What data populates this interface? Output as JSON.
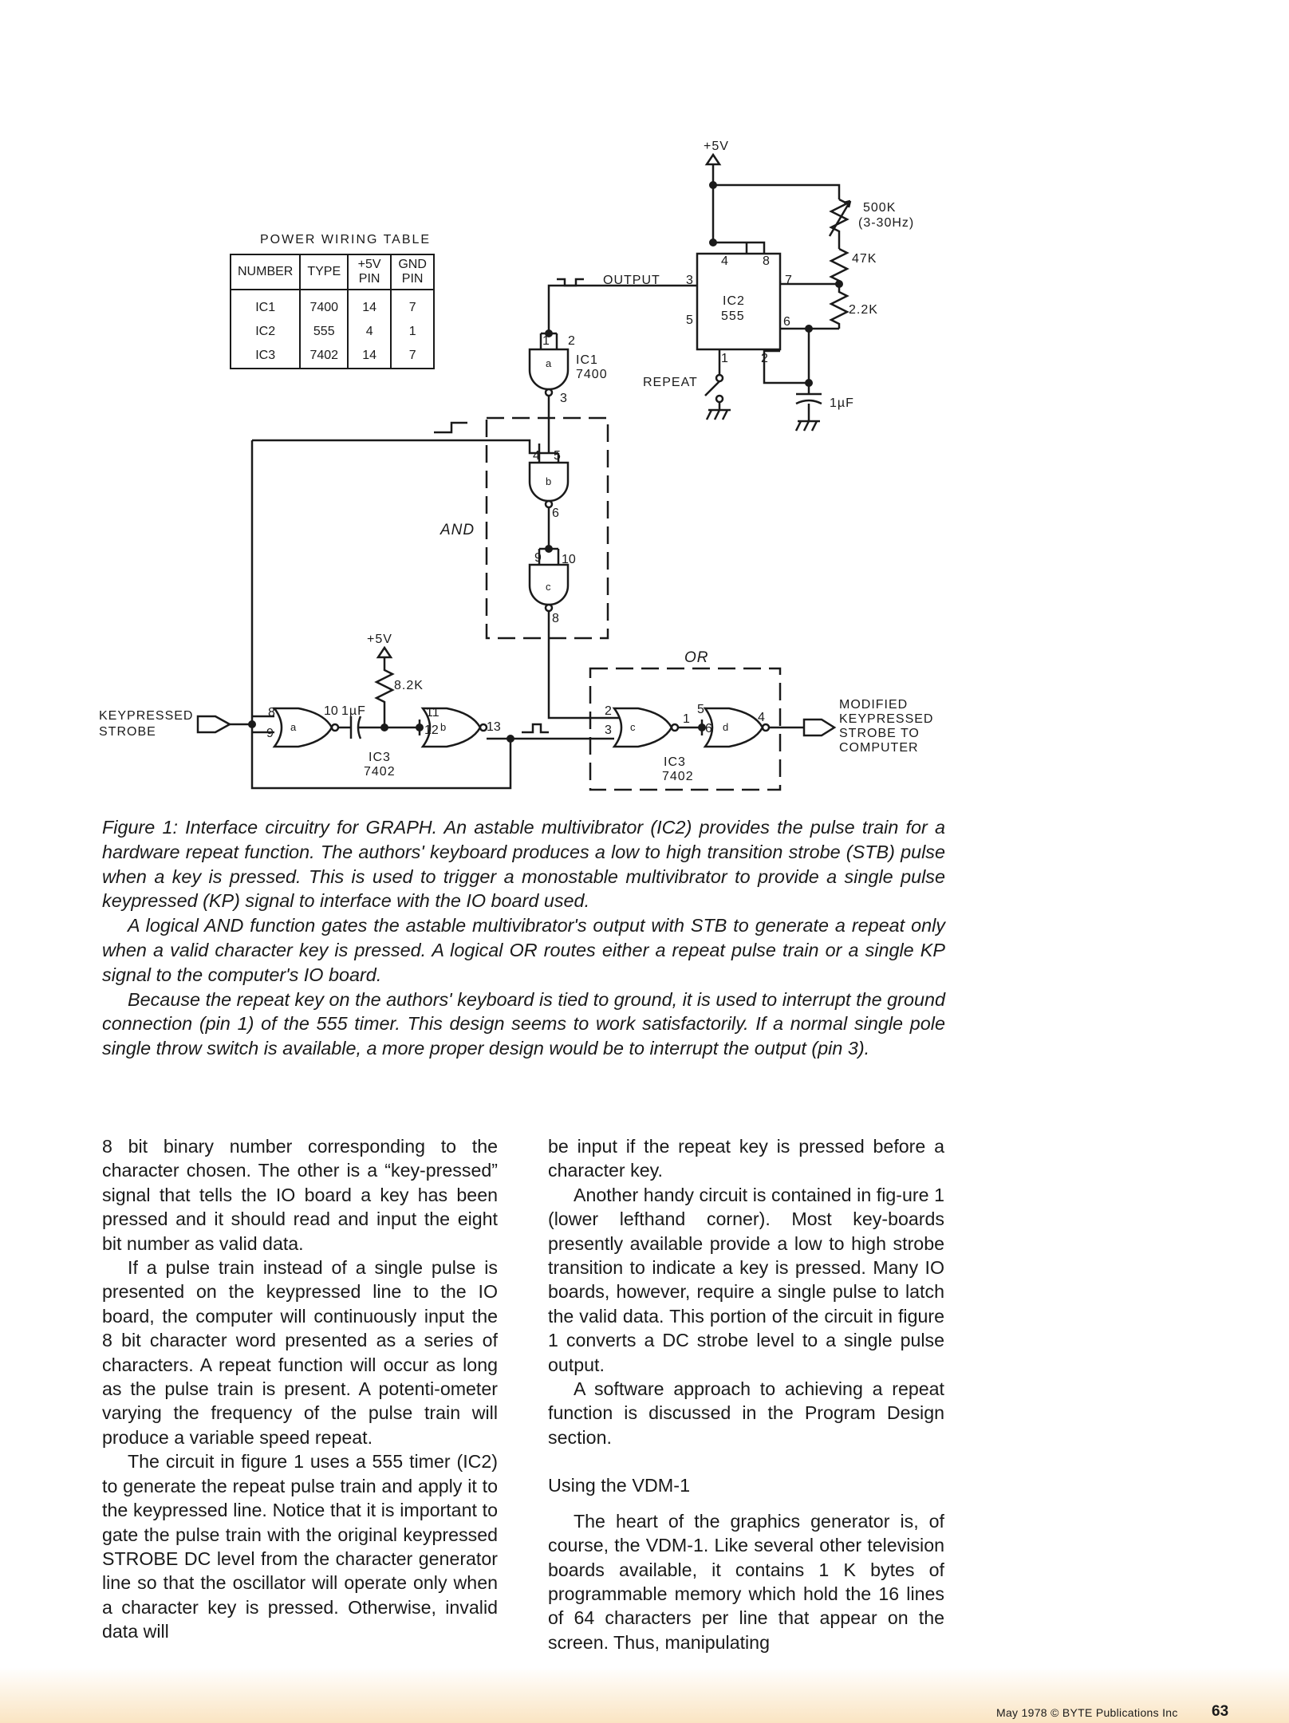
{
  "power_table": {
    "title": "POWER WIRING TABLE",
    "headers": [
      "NUMBER",
      "TYPE",
      "+5V PIN",
      "GND PIN"
    ],
    "rows": [
      [
        "IC1",
        "7400",
        "14",
        "7"
      ],
      [
        "IC2",
        "555",
        "4",
        "1"
      ],
      [
        "IC3",
        "7402",
        "14",
        "7"
      ]
    ]
  },
  "schematic": {
    "vcc_top": "+5V",
    "vcc_left": "+5V",
    "pot": "500K",
    "pot_range": "(3-30Hz)",
    "r47k": "47K",
    "r22k": "2.2K",
    "r82k": "8.2K",
    "cap_1uf": "1µF",
    "cap_1uf_left": "1µF",
    "ic2_name": "IC2",
    "ic2_type": "555",
    "ic1_name": "IC1",
    "ic1_type": "7400",
    "ic3_name": "IC3",
    "ic3_type": "7402",
    "ic3b_name": "IC3",
    "ic3b_type": "7402",
    "output": "OUTPUT",
    "repeat": "REPEAT",
    "and": "AND",
    "or": "OR",
    "keypressed": "KEYPRESSED",
    "strobe": "STROBE",
    "modified_1": "MODIFIED",
    "modified_2": "KEYPRESSED",
    "modified_3": "STROBE TO",
    "modified_4": "COMPUTER",
    "gates": {
      "a": "a",
      "b": "b",
      "c": "c",
      "a2": "a",
      "b2": "b",
      "c2": "c",
      "d2": "d"
    },
    "pins": {
      "ic2_4": "4",
      "ic2_8": "8",
      "ic2_3": "3",
      "ic2_7": "7",
      "ic2_5": "5",
      "ic2_6": "6",
      "ic2_1": "1",
      "ic2_2": "2",
      "ic1_1": "1",
      "ic1_2": "2",
      "ic1_3": "3",
      "ic1_4": "4",
      "ic1_5": "5",
      "ic1_6": "6",
      "ic1_9": "9",
      "ic1_10": "10",
      "ic1_8": "8",
      "ic3_8": "8",
      "ic3_9": "9",
      "ic3_10": "10",
      "ic3_11": "11",
      "ic3_12": "12",
      "ic3_13": "13",
      "ic3_2": "2",
      "ic3_3": "3",
      "ic3_1": "1",
      "ic3_5": "5",
      "ic3_6": "6",
      "ic3_4": "4"
    }
  },
  "caption": [
    "Figure 1: Interface circuitry for GRAPH. An astable multivibrator (IC2) provides the pulse train for a hardware repeat function. The authors' keyboard produces a low to high transition strobe (STB) pulse when a key is pressed. This is used to trigger a monostable multivibrator to provide a single pulse keypressed (KP) signal to interface with the IO board used.",
    "A logical AND function gates the astable multivibrator's output with STB to generate a repeat only when a valid character key is pressed. A logical OR routes either a repeat pulse train or a single KP signal to the computer's IO board.",
    "Because the repeat key on the authors' keyboard is tied to ground, it is used to interrupt the ground connection (pin 1) of the 555 timer. This design seems to work satisfactorily. If a normal single pole single throw switch is available, a more proper design would be to interrupt the output (pin 3)."
  ],
  "col1": [
    "8 bit binary number corresponding to the character chosen. The other is a “key-pressed” signal that tells the IO board a key has been pressed and it should read and input the eight bit number as valid data.",
    "If a pulse train instead of a single pulse is presented on the keypressed line to the IO board, the computer will continuously input the 8 bit character word presented as a series of characters. A repeat function will occur as long as the pulse train is present. A potenti-ometer varying the frequency of the pulse train will produce a variable speed repeat.",
    "The circuit in figure 1 uses a 555 timer (IC2) to generate the repeat pulse train and apply it to the keypressed line. Notice that it is important to gate the pulse train with the original keypressed STROBE DC level from the character generator line so that the oscillator will operate only when a character key is pressed. Otherwise, invalid data will"
  ],
  "col2": [
    "be input if the repeat key is pressed before a character key.",
    "Another handy circuit is contained in fig-ure 1 (lower lefthand corner). Most key-boards presently available provide a low to high strobe transition to indicate a key is pressed. Many IO boards, however, require a single pulse to latch the valid data. This portion of the circuit in figure 1 converts a DC strobe level to a single pulse output.",
    "A software approach to achieving a repeat function is discussed in the Program Design section."
  ],
  "heading": "Using the VDM-1",
  "col2b": [
    "The heart of the graphics generator is, of course, the VDM-1. Like several other television boards available, it contains 1 K bytes of programmable memory which hold the 16 lines of 64 characters per line that appear on the screen. Thus, manipulating"
  ],
  "footer": "May 1978 © BYTE Publications Inc",
  "page_number": "63"
}
